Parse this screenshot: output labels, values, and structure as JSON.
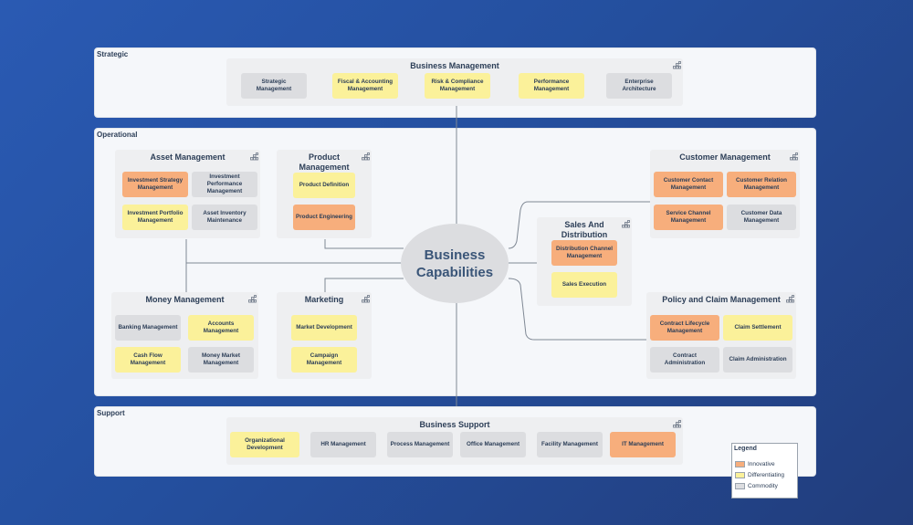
{
  "colors": {
    "innovative": "#f7ae7c",
    "differentiating": "#fbf19a",
    "commodity": "#dcdde0"
  },
  "center": {
    "line1": "Business",
    "line2": "Capabilities"
  },
  "bands": {
    "strategic": "Strategic",
    "operational": "Operational",
    "support": "Support"
  },
  "groups": {
    "business_management": {
      "title": "Business Management",
      "items": [
        {
          "label": "Strategic Management",
          "tier": "commodity"
        },
        {
          "label": "Fiscal & Accounting Management",
          "tier": "differentiating"
        },
        {
          "label": "Risk & Compliance Management",
          "tier": "differentiating"
        },
        {
          "label": "Performance Management",
          "tier": "differentiating"
        },
        {
          "label": "Enterprise Architecture",
          "tier": "commodity"
        }
      ]
    },
    "asset_management": {
      "title": "Asset Management",
      "items": [
        {
          "label": "Investment Strategy Management",
          "tier": "innovative"
        },
        {
          "label": "Investment Performance Management",
          "tier": "commodity"
        },
        {
          "label": "Investment Portfolio Management",
          "tier": "differentiating"
        },
        {
          "label": "Asset Inventory Maintenance",
          "tier": "commodity"
        }
      ]
    },
    "product_management": {
      "title": "Product Management",
      "items": [
        {
          "label": "Product Definition",
          "tier": "differentiating"
        },
        {
          "label": "Product Engineering",
          "tier": "innovative"
        }
      ]
    },
    "customer_management": {
      "title": "Customer Management",
      "items": [
        {
          "label": "Customer Contact Management",
          "tier": "innovative"
        },
        {
          "label": "Customer Relation Management",
          "tier": "innovative"
        },
        {
          "label": "Service Channel Management",
          "tier": "innovative"
        },
        {
          "label": "Customer Data Management",
          "tier": "commodity"
        }
      ]
    },
    "sales_distribution": {
      "title": "Sales And Distribution",
      "items": [
        {
          "label": "Distribution Channel Management",
          "tier": "innovative"
        },
        {
          "label": "Sales Execution",
          "tier": "differentiating"
        }
      ]
    },
    "money_management": {
      "title": "Money Management",
      "items": [
        {
          "label": "Banking Management",
          "tier": "commodity"
        },
        {
          "label": "Accounts Management",
          "tier": "differentiating"
        },
        {
          "label": "Cash Flow Management",
          "tier": "differentiating"
        },
        {
          "label": "Money Market Management",
          "tier": "commodity"
        }
      ]
    },
    "marketing": {
      "title": "Marketing",
      "items": [
        {
          "label": "Market Development",
          "tier": "differentiating"
        },
        {
          "label": "Campaign Management",
          "tier": "differentiating"
        }
      ]
    },
    "policy_claim": {
      "title": "Policy and Claim Management",
      "items": [
        {
          "label": "Contract Lifecycle Management",
          "tier": "innovative"
        },
        {
          "label": "Claim Settlement",
          "tier": "differentiating"
        },
        {
          "label": "Contract Administration",
          "tier": "commodity"
        },
        {
          "label": "Claim Administration",
          "tier": "commodity"
        }
      ]
    },
    "business_support": {
      "title": "Business Support",
      "items": [
        {
          "label": "Organizational Development",
          "tier": "differentiating"
        },
        {
          "label": "HR Management",
          "tier": "commodity"
        },
        {
          "label": "Process Management",
          "tier": "commodity"
        },
        {
          "label": "Office Management",
          "tier": "commodity"
        },
        {
          "label": "Facility Management",
          "tier": "commodity"
        },
        {
          "label": "IT Management",
          "tier": "innovative"
        }
      ]
    }
  },
  "legend": {
    "title": "Legend",
    "items": [
      {
        "label": "Innovative",
        "tier": "innovative"
      },
      {
        "label": "Differentiating",
        "tier": "differentiating"
      },
      {
        "label": "Commodity",
        "tier": "commodity"
      }
    ]
  }
}
